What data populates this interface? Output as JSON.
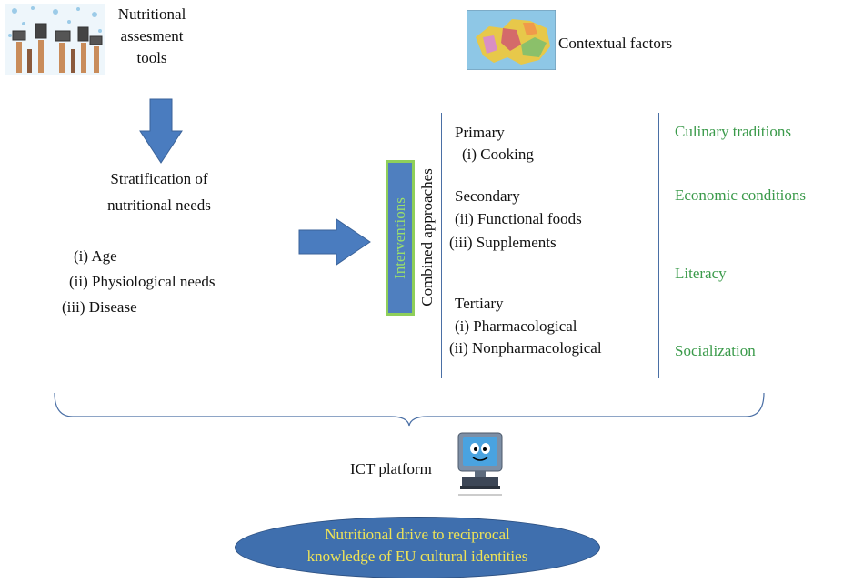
{
  "top": {
    "assessment_title": [
      "Nutritional",
      "assesment",
      "tools"
    ],
    "context_title": "Contextual factors"
  },
  "stratification": {
    "title": [
      "Stratification of",
      "nutritional needs"
    ],
    "items": [
      "(i) Age",
      "(ii) Physiological needs",
      "(iii) Disease"
    ]
  },
  "interventions": {
    "label": "Interventions",
    "combined": "Combined approaches",
    "primary": {
      "title": "Primary",
      "items": [
        "(i) Cooking"
      ]
    },
    "secondary": {
      "title": "Secondary",
      "items": [
        "(ii) Functional foods",
        "(iii) Supplements"
      ]
    },
    "tertiary": {
      "title": "Tertiary",
      "items": [
        "(i) Pharmacological",
        "(ii) Nonpharmacological"
      ]
    }
  },
  "contextual_factors": [
    "Culinary traditions",
    "Economic conditions",
    "Literacy",
    "Socialization"
  ],
  "platform": {
    "label": "ICT platform"
  },
  "goal": {
    "lines": [
      "Nutritional drive to reciprocal",
      "knowledge of EU cultural identities"
    ]
  },
  "colors": {
    "arrow": "#4a7cbf",
    "green_text": "#3a9a4a",
    "ellipse": "#3f6fae",
    "ellipse_text": "#f0e456"
  },
  "icons": [
    "devices-hands-icon",
    "europe-map-icon",
    "computer-mascot-icon"
  ]
}
